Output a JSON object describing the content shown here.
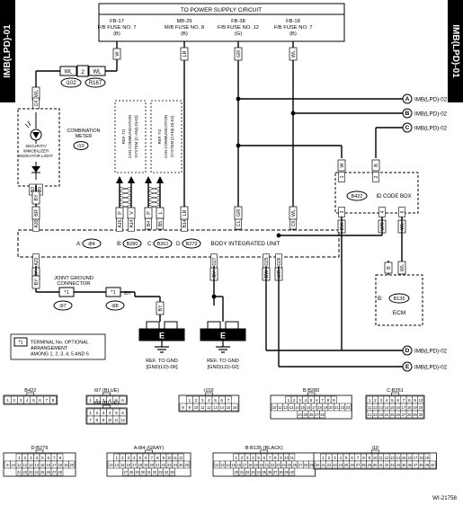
{
  "side_tabs": {
    "left": "IMB(LPD)-01",
    "right": "IMB(LPD)-01"
  },
  "power": {
    "title": "TO POWER SUPPLY CIRCUIT",
    "fuses": [
      {
        "id": "FB-17",
        "desc": "F/B FUSE NO. 7",
        "ref": "(B)"
      },
      {
        "id": "MB-29",
        "desc": "M/B FUSE NO. 8",
        "ref": "(B)"
      },
      {
        "id": "FB-38",
        "desc": "F/B FUSE NO. 12",
        "ref": "(G)"
      },
      {
        "id": "FB-18",
        "desc": "F/B FUSE NO. 7",
        "ref": "(B)"
      }
    ],
    "wire_colors": [
      "W",
      "LR",
      "GR",
      "WL"
    ]
  },
  "jumper": {
    "left_color": "WL",
    "pin": "2",
    "right_color": "WL",
    "conn_left": "i102",
    "conn_right": "R167"
  },
  "meter": {
    "name": "COMBINATION METER",
    "conn": "i10",
    "light_label": [
      "SECURITY/",
      "IMMOBILIZER",
      "INDICATOR LIGHT"
    ],
    "top_wire": "WL",
    "top_pins": [
      "C4"
    ],
    "bottom_pins": [
      "B3",
      "B9"
    ],
    "bottom_wire": "BY"
  },
  "can_refs": [
    [
      "REF. TO",
      "CAN COMMUNICATION",
      "SYSTEM [C-AN(LD)-02]"
    ],
    [
      "REF. TO",
      "CAN COMMUNICATION",
      "SYSTEM [CAN(LD)-03]"
    ]
  ],
  "biu": {
    "title": "BODY INTEGRATED UNIT",
    "connectors": [
      {
        "letter": "A",
        "id": "i84"
      },
      {
        "letter": "B",
        "id": "B280"
      },
      {
        "letter": "C",
        "id": "B261"
      },
      {
        "letter": "D",
        "id": "B279"
      }
    ],
    "top_pins": [
      {
        "pin": "A30",
        "wire": "BR"
      },
      {
        "pin": "A15",
        "wire": "P"
      },
      {
        "pin": "A14",
        "wire": "V"
      },
      {
        "pin": "B4",
        "wire": "P"
      },
      {
        "pin": "B5",
        "wire": "L"
      },
      {
        "pin": "B14",
        "wire": "LR"
      },
      {
        "pin": "C1",
        "wire": "GR"
      },
      {
        "pin": "C9",
        "wire": "WL"
      }
    ],
    "bottom_pins": [
      {
        "pin": "A20",
        "wire": "BY"
      },
      {
        "pin": "D27",
        "wire": "BY"
      },
      {
        "pin": "D25",
        "wire": "BW"
      },
      {
        "pin": "D26",
        "wire": "WR"
      }
    ]
  },
  "id_box": {
    "name": "ID CODE BOX",
    "conn": "B422",
    "top_pins": [
      {
        "pin": "1",
        "wire": "W"
      },
      {
        "pin": "2",
        "wire": "B"
      }
    ],
    "bottom_pins": [
      {
        "pin": "3",
        "wire": "BW"
      },
      {
        "pin": "4",
        "wire": "WR"
      },
      {
        "pin": "6",
        "wire": "WL"
      }
    ]
  },
  "ecm": {
    "name": "ECM",
    "conn_letter": "B",
    "conn": "B135",
    "pins": [
      "B",
      "WL"
    ]
  },
  "refs": [
    {
      "letter": "A",
      "label": "IMB(LPD)-02"
    },
    {
      "letter": "B",
      "label": "IMB(LPD)-02"
    },
    {
      "letter": "C",
      "label": "IMB(LPD)-02"
    },
    {
      "letter": "D",
      "label": "IMB(LPD)-02"
    },
    {
      "letter": "E",
      "label": "IMB(LPD)-02"
    }
  ],
  "joint": {
    "label": [
      "JOINT GROUND",
      "CONNECTOR"
    ],
    "left": {
      "wire_in": "BY",
      "term": "*1",
      "conn": "i97"
    },
    "right": {
      "term": "*1",
      "wire_out": "BY",
      "conn": "i98"
    },
    "ground_wire": "BY"
  },
  "grounds": [
    {
      "letter": "E",
      "ref": [
        "REF. TO GND",
        "[GND(LD)-06]"
      ]
    },
    {
      "letter": "E",
      "ref": [
        "REF. TO GND",
        "[GND(LD)-02]"
      ]
    }
  ],
  "note": {
    "key": "*1",
    "lines": [
      "TERMINAL No. OPTIONAL",
      "ARRANGEMENT",
      "AMONG 1, 2, 3, 4, 5 AND 6"
    ]
  },
  "pinouts": [
    {
      "label": "B422",
      "rows": [
        [
          "1",
          "2",
          "3",
          "4",
          "5",
          "6",
          "7",
          "8"
        ]
      ]
    },
    {
      "label": "i97 (BLUE)",
      "rows": [
        [
          "1",
          "2",
          "3",
          "4",
          "5",
          "6"
        ]
      ]
    },
    {
      "label": "i98 (BLUE)",
      "rows": [
        [
          "1",
          "2",
          "3",
          "4",
          "5",
          "6"
        ],
        [
          "7",
          "8",
          "9",
          "10",
          "11",
          "12"
        ]
      ]
    },
    {
      "label": "i102",
      "rows": [
        [
          "1",
          "2",
          "3",
          "4",
          "5",
          "6",
          "7"
        ],
        [
          "8",
          "9",
          "10",
          "11",
          "12",
          "13",
          "14",
          "15",
          "16"
        ]
      ]
    },
    {
      "label": "B:B280",
      "rows": [
        [
          "1",
          "2",
          "3",
          "4",
          "5",
          "6",
          "7",
          "8",
          "9"
        ],
        [
          "10",
          "11",
          "12",
          "13",
          "14",
          "15",
          "16",
          "17",
          "18",
          "19",
          "20",
          "21",
          "22",
          "23"
        ],
        [
          "24",
          "25",
          "26",
          "27",
          "28"
        ]
      ]
    },
    {
      "label": "C:B261",
      "rows": [
        [
          "1",
          "2",
          "3",
          "4",
          "5",
          "6",
          "7",
          "8",
          "9",
          "10"
        ],
        [
          "11",
          "12",
          "13",
          "14",
          "15",
          "16",
          "17",
          "18",
          "19",
          "20"
        ],
        [
          "21",
          "22",
          "23",
          "24",
          "25",
          "26",
          "27",
          "28",
          "29",
          "30"
        ]
      ]
    },
    {
      "label": "D:B279",
      "rows": [
        [
          "1",
          "2",
          "3",
          "4",
          "5",
          "6",
          "7",
          "8"
        ],
        [
          "9",
          "10",
          "11",
          "12",
          "13",
          "14",
          "15",
          "16",
          "17",
          "18",
          "19",
          "20"
        ],
        [
          "21",
          "22",
          "23",
          "24",
          "25",
          "26",
          "27",
          "28"
        ]
      ]
    },
    {
      "label": "A:i84 (GRAY)",
      "rows": [
        [
          "1",
          "2",
          "3",
          "4",
          "5",
          "6",
          "7",
          "8",
          "9",
          "10",
          "11",
          "12"
        ],
        [
          "13",
          "14",
          "15",
          "16",
          "17",
          "18",
          "19",
          "20",
          "21",
          "22",
          "23",
          "24",
          "25",
          "26"
        ],
        [
          "27",
          "28",
          "29",
          "30",
          "31",
          "32",
          "33",
          "34",
          "35"
        ]
      ]
    },
    {
      "label": "B:B135 (BLACK)",
      "rows": [
        [
          "1",
          "2",
          "3",
          "4",
          "5",
          "6",
          "7",
          "8",
          "9",
          "10",
          "11"
        ],
        [
          "12",
          "13",
          "14",
          "15",
          "16",
          "17",
          "18",
          "19",
          "20",
          "21",
          "22",
          "23",
          "24",
          "25",
          "26",
          "27",
          "28",
          "29"
        ],
        [
          "30",
          "31",
          "32",
          "33",
          "34",
          "35",
          "36",
          "37",
          "38",
          "39",
          "40"
        ]
      ]
    },
    {
      "label": "i10",
      "rows": [
        [
          "1",
          "2",
          "3",
          "4",
          "5",
          "6",
          "7",
          "8",
          "9",
          "10",
          "11",
          "12",
          "13",
          "14",
          "15",
          "16",
          "17",
          "18",
          "19"
        ],
        [
          "20",
          "21",
          "22",
          "23",
          "24",
          "25",
          "26",
          "27",
          "28",
          "29",
          "30",
          "31",
          "32",
          "33",
          "34",
          "35",
          "36",
          "37",
          "38",
          "39",
          "40"
        ]
      ]
    }
  ],
  "figure_id": "WI-21758"
}
